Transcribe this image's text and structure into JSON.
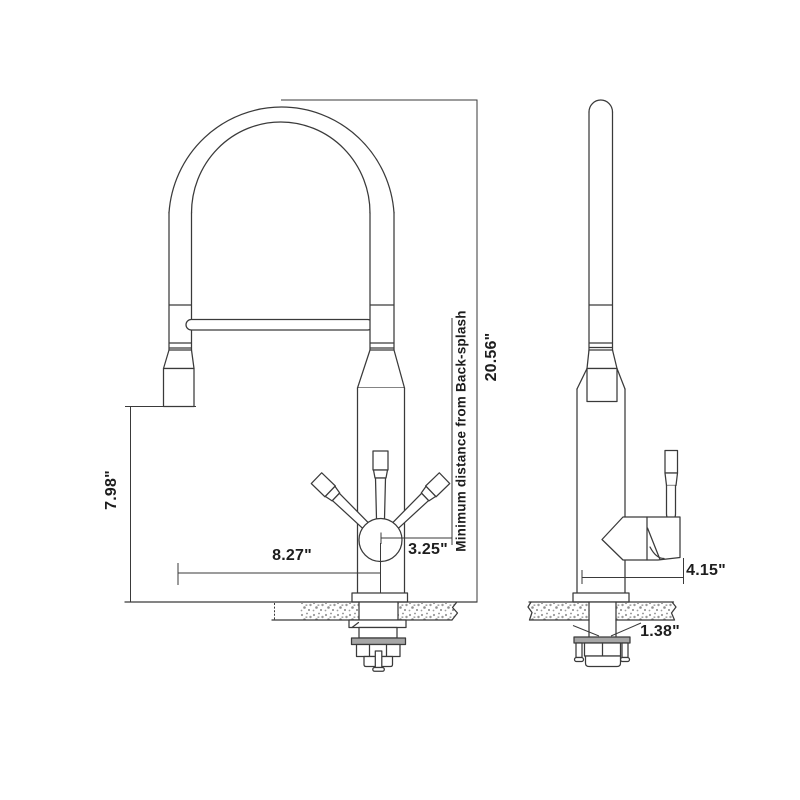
{
  "drawing": {
    "note": "Minimum distance from Back-splash",
    "dimensions": {
      "overall_height": "20.56\"",
      "head_to_counter": "7.98\"",
      "spout_reach": "8.27\"",
      "center_to_backsplash": "3.25\"",
      "handle_depth": "4.15\"",
      "mount_hole": "1.38\""
    }
  },
  "colors": {
    "line": "#3a3a3a",
    "text": "#1d1d1d",
    "metal_fill": "#a6a6a6",
    "stipple": "#8f8f8f",
    "background": "#ffffff"
  }
}
